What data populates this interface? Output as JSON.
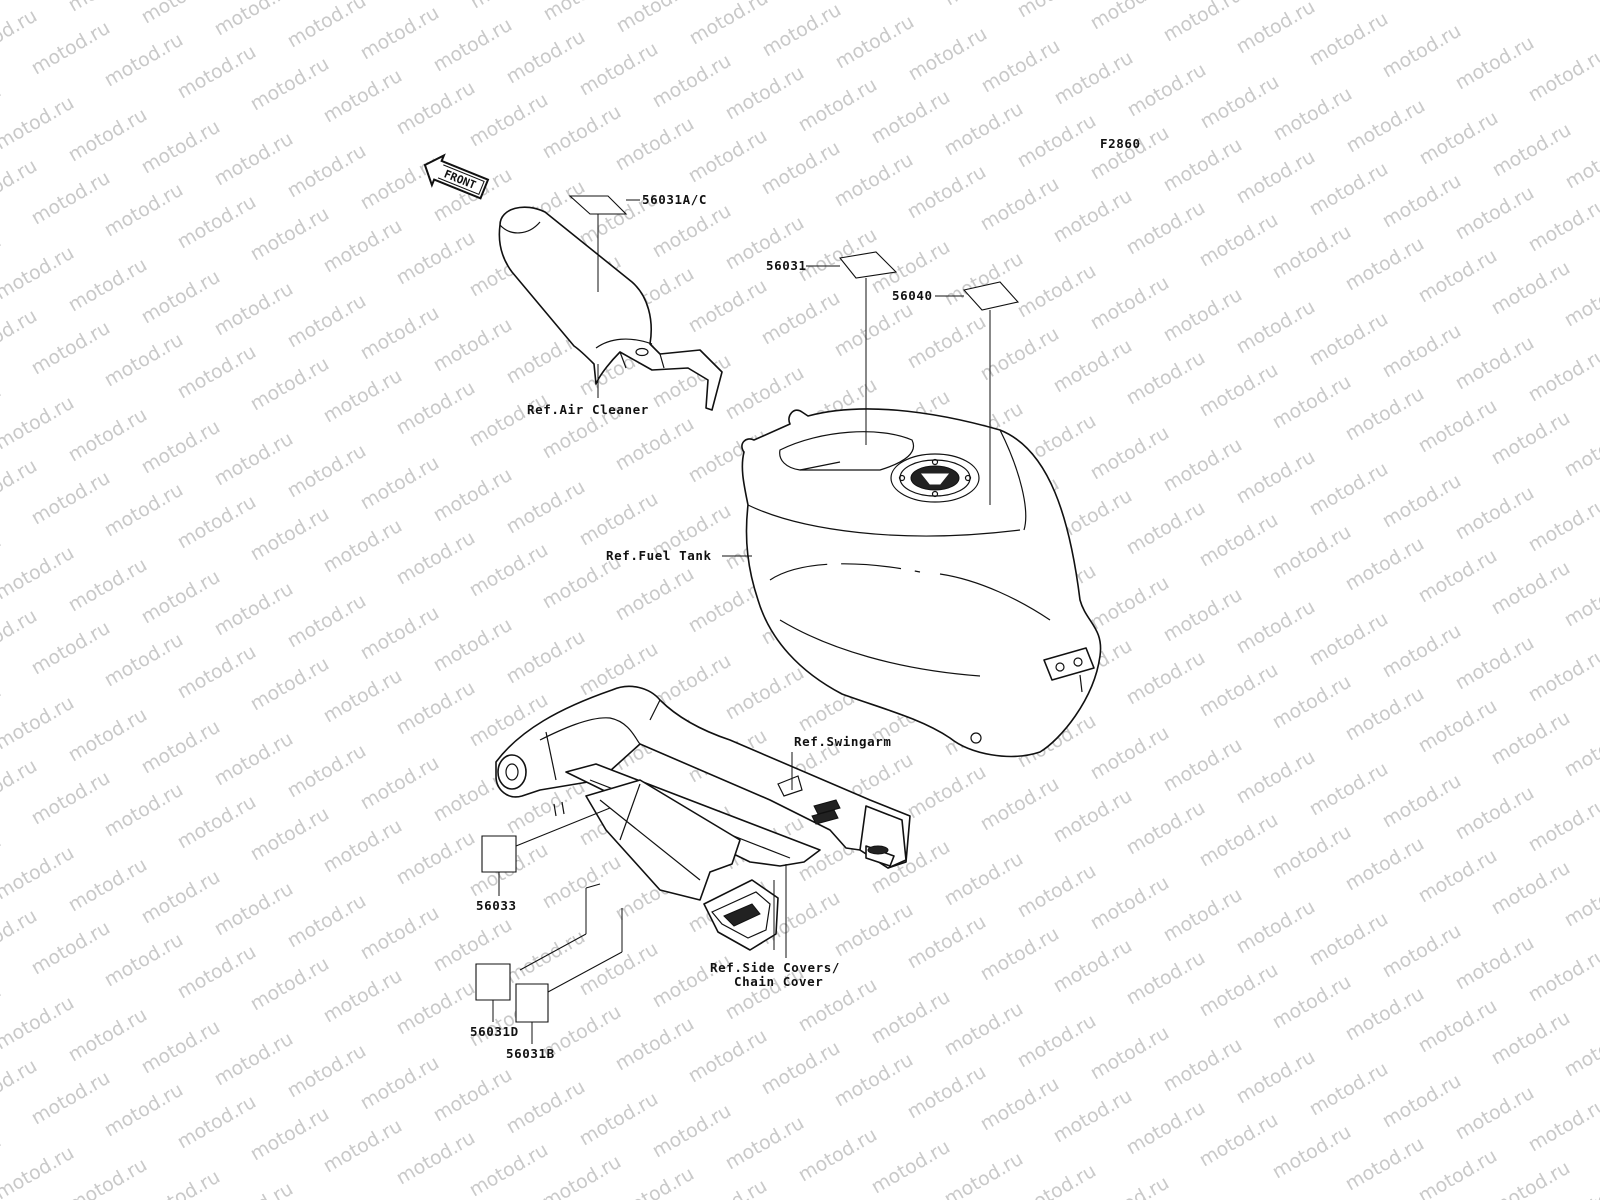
{
  "figure_code": "F2860",
  "front_arrow": "FRONT",
  "watermark": "motod.ru",
  "labels": {
    "p56031ac": "56031A/C",
    "p56031": "56031",
    "p56040": "56040",
    "p56033": "56033",
    "p56031d": "56031D",
    "p56031b": "56031B",
    "ref_air_cleaner": "Ref.Air Cleaner",
    "ref_fuel_tank": "Ref.Fuel Tank",
    "ref_swingarm": "Ref.Swingarm",
    "ref_side_covers_1": "Ref.Side Covers/",
    "ref_side_covers_2": "Chain Cover"
  }
}
